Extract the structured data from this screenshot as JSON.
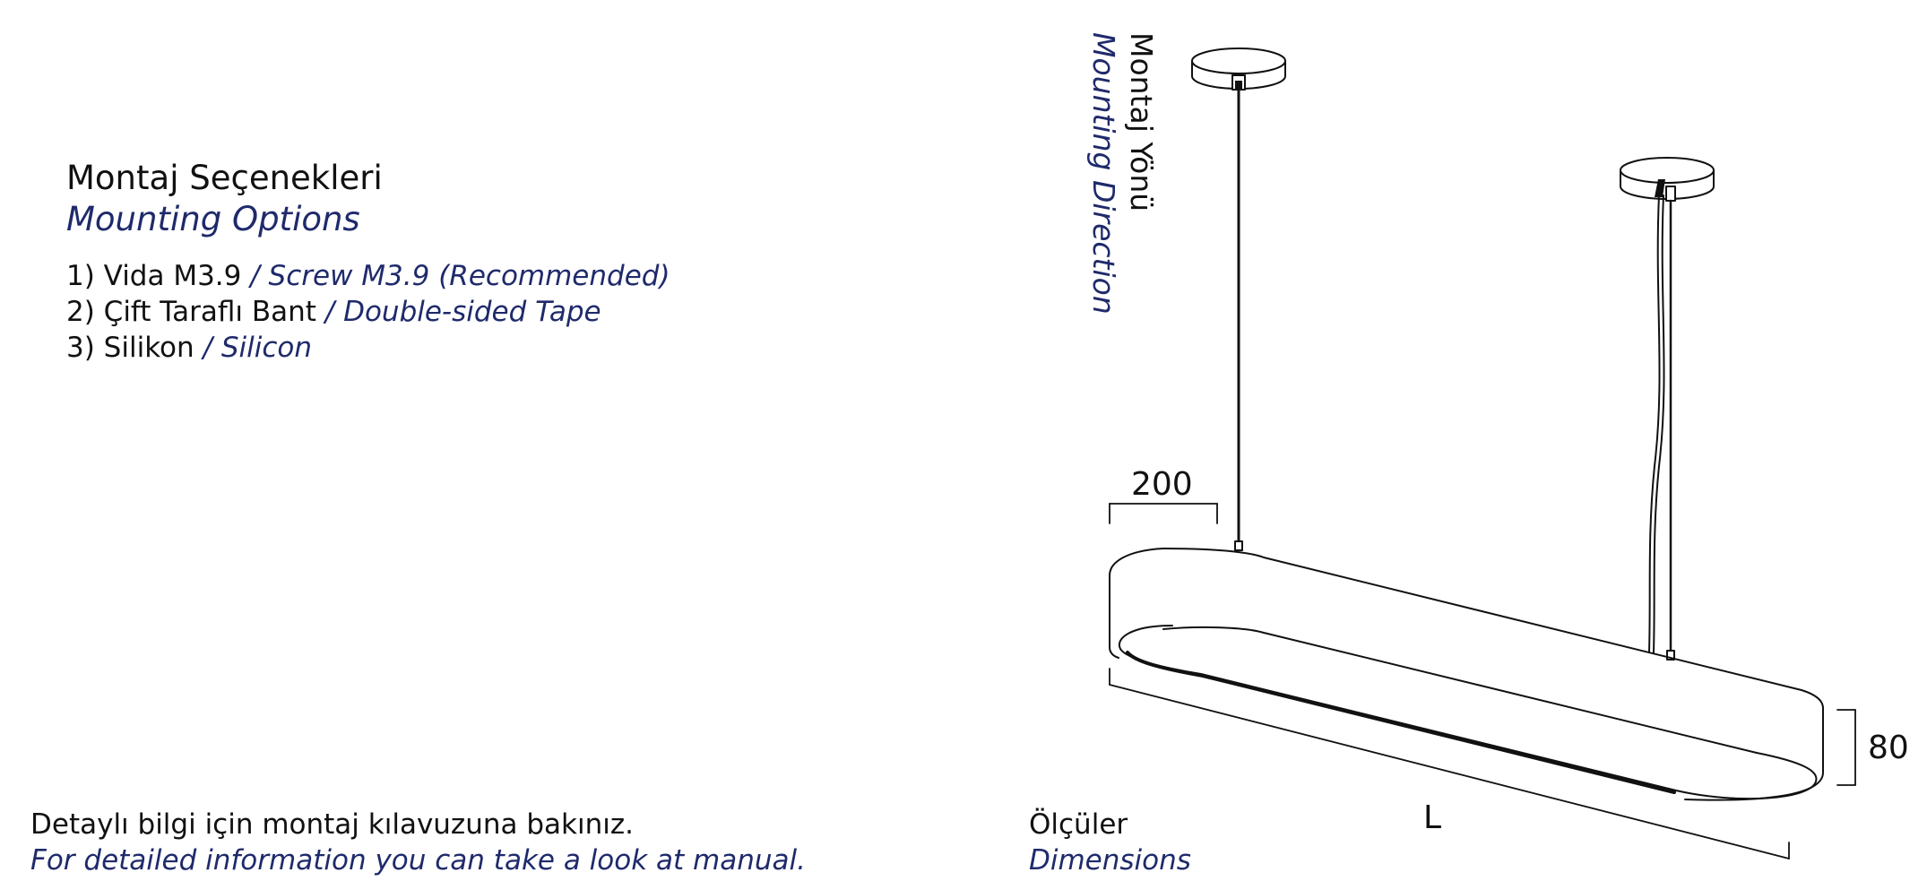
{
  "mounting": {
    "title_tr": "Montaj Seçenekleri",
    "title_en": "Mounting Options",
    "options": [
      {
        "tr": "1) Vida M3.9",
        "en": "/ Screw M3.9 (Recommended)"
      },
      {
        "tr": "2) Çift Taraflı Bant",
        "en": "/ Double-sided Tape"
      },
      {
        "tr": "3) Silikon",
        "en": "/ Silicon"
      }
    ]
  },
  "direction": {
    "tr": "Montaj Yönü",
    "en": "Mounting Direction"
  },
  "dimensions": {
    "width": "200",
    "height": "80",
    "length": "L",
    "label_tr": "Ölçüler",
    "label_en": "Dimensions"
  },
  "note": {
    "tr": "Detaylı bilgi için montaj kılavuzuna bakınız.",
    "en": "For detailed information you can take a look at manual."
  },
  "colors": {
    "english_text": "#1f2a6b",
    "turkish_text": "#111111",
    "line": "#111111"
  }
}
